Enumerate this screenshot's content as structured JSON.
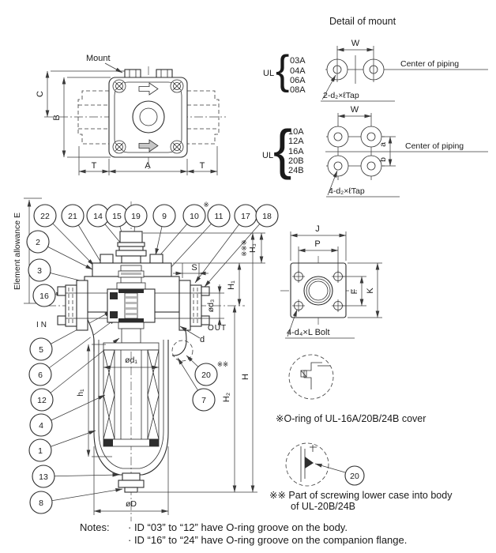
{
  "drawing": {
    "top_view": {
      "mount_label": "Mount",
      "dim_c": "C",
      "dim_b": "B",
      "dim_t_left": "T",
      "dim_a": "A",
      "dim_t_right": "T"
    },
    "mount_detail": {
      "title": "Detail of mount",
      "group1": {
        "series_label": "UL",
        "sizes": [
          "03A",
          "04A",
          "06A",
          "08A"
        ],
        "dim_w": "W",
        "center_of_piping": "Center of piping",
        "tap_label": "2-d₂×ℓTap"
      },
      "group2": {
        "series_label": "UL",
        "sizes": [
          "10A",
          "12A",
          "16A",
          "20B",
          "24B"
        ],
        "dim_w": "W",
        "dim_a": "a",
        "dim_b": "b",
        "center_of_piping": "Center of piping",
        "tap_label": "4-d₂×ℓTap"
      }
    },
    "main_view": {
      "element_allowance_label": "Element allowance E",
      "in_label": "IN",
      "out_label": "OUT",
      "balloons": [
        "22",
        "21",
        "14",
        "15",
        "19",
        "9",
        "10",
        "11",
        "17",
        "18",
        "2",
        "3",
        "16",
        "5",
        "6",
        "12",
        "4",
        "1",
        "13",
        "8",
        "20",
        "7"
      ],
      "balloon_10_mark": "※",
      "balloon_20_mark": "※※",
      "dim_s": "S",
      "dim_h3": "H₃",
      "dim_h3_marks": "※※※",
      "dim_h1": "H₁",
      "dim_d3": "ød₃",
      "dim_d": "d",
      "dim_h": "H",
      "dim_h2": "H₂",
      "dim_h1_lower": "h₁",
      "dim_d1": "ød₁",
      "dim_dd": "øD"
    },
    "flange_view": {
      "dim_j": "J",
      "dim_p": "P",
      "dim_f": "F",
      "dim_k": "K",
      "bolt_label": "4-d₄×L Bolt"
    },
    "oring_note": {
      "text": "※O-ring of UL-16A/20B/24B cover"
    },
    "screw_note": {
      "balloon": "20",
      "line1": "※※ Part of screwing lower case into body",
      "line2": "of UL-20B/24B"
    },
    "notes": {
      "label": "Notes:",
      "line1": "· ID “03” to “12” have O-ring groove on the body.",
      "line2": "· ID “16” to “24” have O-ring groove on the companion flange."
    },
    "colors": {
      "line": "#2d2d2d",
      "text": "#1a1a1a",
      "background": "#ffffff"
    }
  }
}
